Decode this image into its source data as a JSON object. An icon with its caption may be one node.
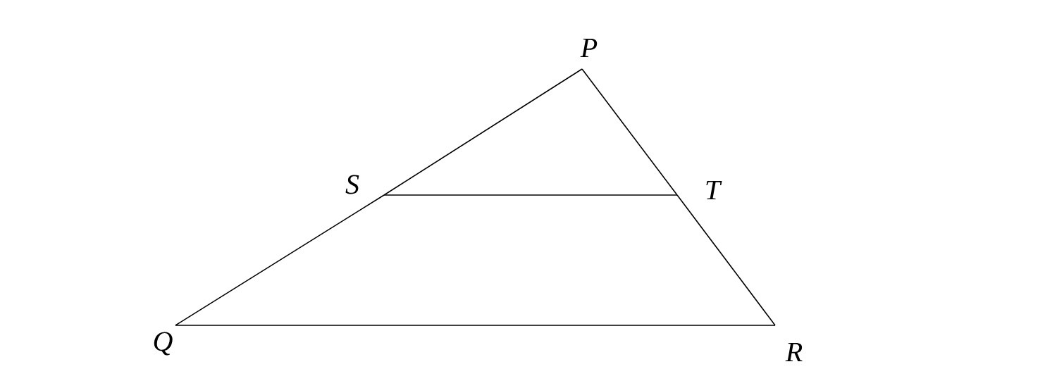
{
  "diagram": {
    "nodes": [
      {
        "text": [
          "P"
        ]
      },
      {
        "text": [
          "S"
        ]
      },
      {
        "text": [
          "T"
        ]
      },
      {
        "text": [
          "Q"
        ]
      },
      {
        "text": [
          "R"
        ]
      }
    ],
    "edges": [
      {
        "from": 0,
        "to": 1,
        "arrow": "none"
      },
      {
        "from": 1,
        "to": 3,
        "arrow": "none"
      },
      {
        "from": 0,
        "to": 2,
        "arrow": "none"
      },
      {
        "from": 2,
        "to": 4,
        "arrow": "none"
      },
      {
        "from": 1,
        "to": 2,
        "arrow": "none"
      },
      {
        "from": 3,
        "to": 4,
        "arrow": "none"
      }
    ]
  }
}
